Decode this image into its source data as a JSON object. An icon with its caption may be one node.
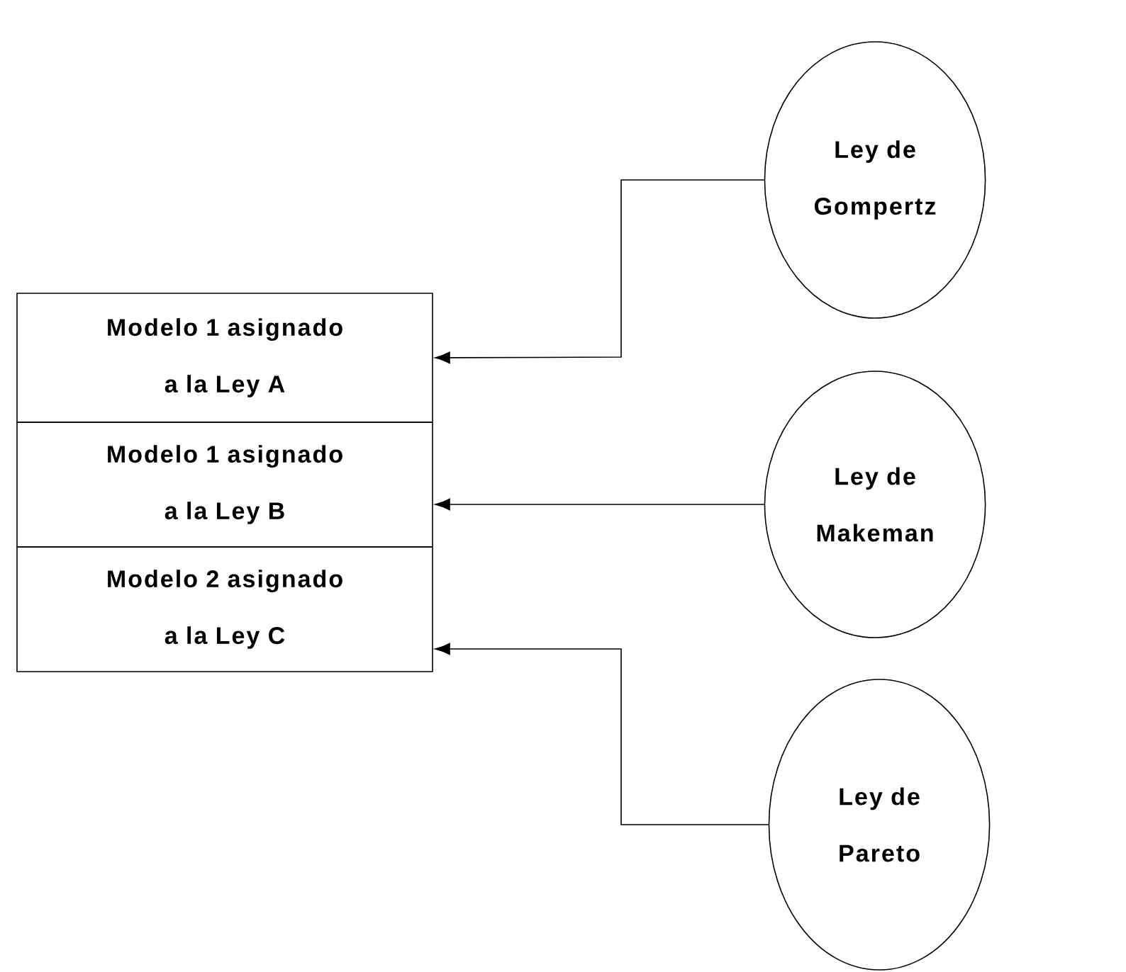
{
  "diagram": {
    "nodes": [
      {
        "text": [
          "Modelo 1 asignado a la Ley A"
        ]
      },
      {
        "text": [
          "Modelo 1 asignado a la Ley B"
        ]
      },
      {
        "text": [
          "Modelo 2 asignado a la Ley C"
        ]
      },
      {
        "text": [
          "Ley de Gompertz"
        ]
      },
      {
        "text": [
          "Ley de Makeman"
        ]
      },
      {
        "text": [
          "Ley de Pareto"
        ]
      }
    ],
    "edges": [
      {
        "from": 3,
        "to": 0,
        "arrow": "to"
      },
      {
        "from": 4,
        "to": 1,
        "arrow": "to"
      },
      {
        "from": 5,
        "to": 2,
        "arrow": "to"
      }
    ]
  }
}
